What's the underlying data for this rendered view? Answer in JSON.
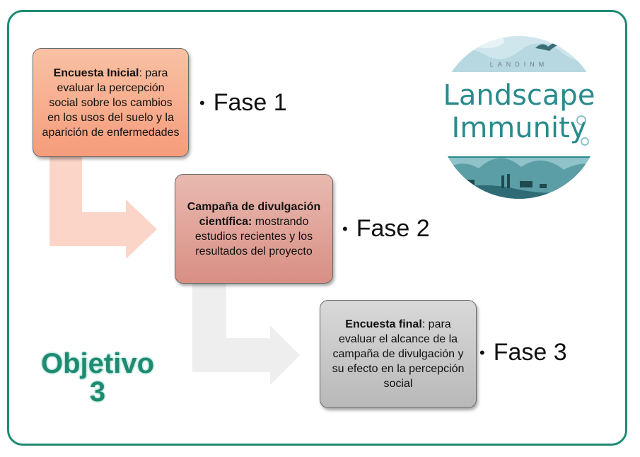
{
  "objective": {
    "line1": "Objetivo",
    "line2": "3"
  },
  "steps": [
    {
      "bold": "Encuesta Inicial",
      "rest": ": para evaluar la percepción social sobre los cambios en los usos del suelo y la aparición de enfermedades",
      "phase": "Fase 1"
    },
    {
      "bold": "Campaña de divulgación científica:",
      "rest": " mostrando estudios recientes y los resultados del proyecto",
      "phase": "Fase 2"
    },
    {
      "bold": "Encuesta final",
      "rest": ": para evaluar el alcance de la campaña de divulgación y su efecto en la percepción social",
      "phase": "Fase 3"
    }
  ],
  "bullet": "•",
  "logo": {
    "small": "LANDINM",
    "line1": "Landscape",
    "line2": "Immunity"
  },
  "colors": {
    "frame": "#1f8a72",
    "step1": "#f59c7b",
    "step2": "#d88f84",
    "step3": "#b8b8b8",
    "logo_text": "#2a8a8c"
  }
}
